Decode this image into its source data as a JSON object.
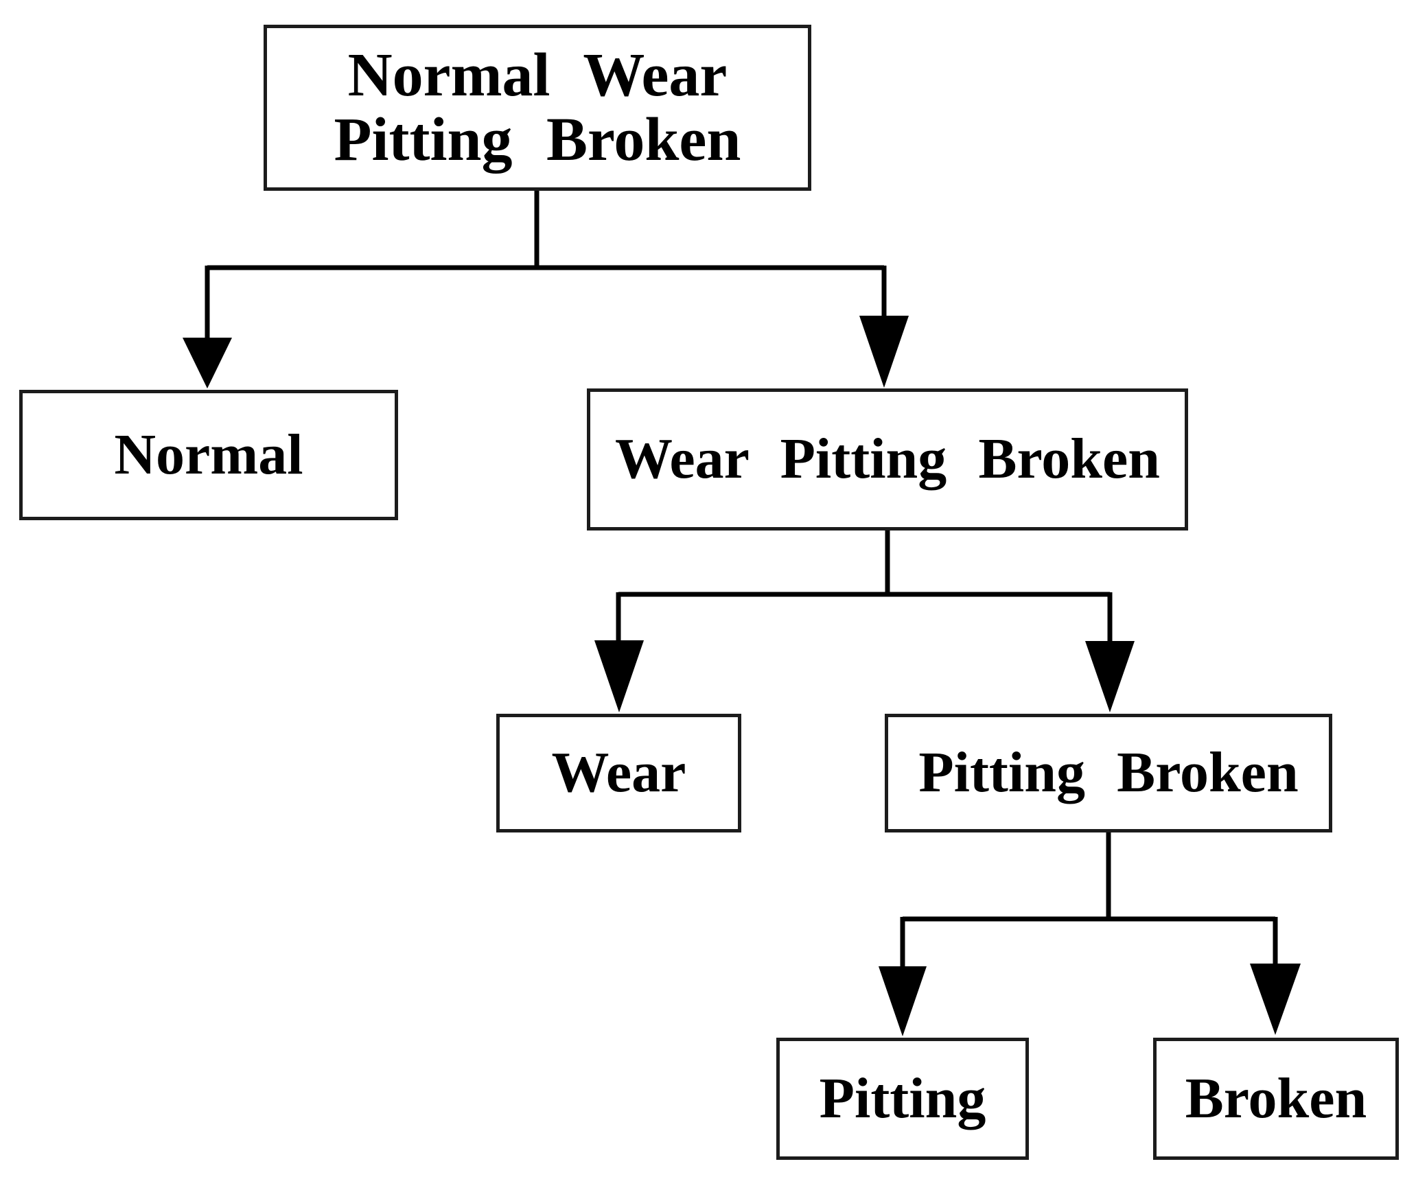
{
  "diagram": {
    "type": "binary-classification-tree",
    "background_color": "#ffffff",
    "line_color": "#000000",
    "box_border_color": "#1c1c1c",
    "text_color": "#000000",
    "nodes": {
      "root": {
        "label": "Normal Wear Pitting Broken",
        "lines": [
          "Normal Wear",
          "Pitting Broken"
        ]
      },
      "normal": {
        "label": "Normal"
      },
      "wear_pitting_broken": {
        "label": "Wear Pitting Broken"
      },
      "wear": {
        "label": "Wear"
      },
      "pitting_broken": {
        "label": "Pitting Broken"
      },
      "pitting": {
        "label": "Pitting"
      },
      "broken": {
        "label": "Broken"
      }
    },
    "edges": [
      {
        "from": "root",
        "to": "normal"
      },
      {
        "from": "root",
        "to": "wear_pitting_broken"
      },
      {
        "from": "wear_pitting_broken",
        "to": "wear"
      },
      {
        "from": "wear_pitting_broken",
        "to": "pitting_broken"
      },
      {
        "from": "pitting_broken",
        "to": "pitting"
      },
      {
        "from": "pitting_broken",
        "to": "broken"
      }
    ]
  }
}
